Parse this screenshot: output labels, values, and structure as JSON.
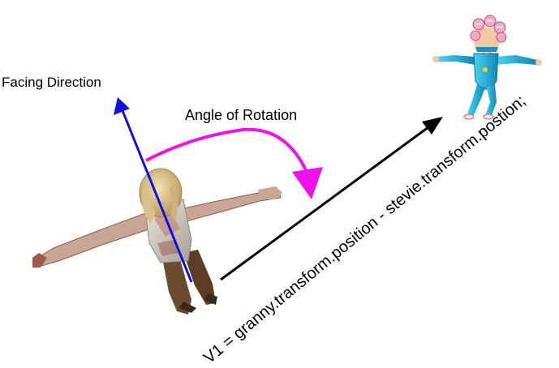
{
  "labels": {
    "facing_direction": "Facing Direction",
    "angle_of_rotation": "Angle of Rotation",
    "vector_formula": "V1 = granny.transform.position - stevie.transform.postion;"
  },
  "colors": {
    "facing_arrow": "#1010e0",
    "rotation_arrow": "#ee11ee",
    "vector_arrow": "#000000",
    "granny_hair": "#e6cf93",
    "granny_shirt": "#d9d2c8",
    "granny_skin": "#c7a08f",
    "granny_pants": "#6b4a2e",
    "stevie_suit": "#1cb5e0",
    "stevie_hair": "#f3a8c8",
    "stevie_skin": "#f1c9a5"
  },
  "characters": {
    "granny": "granny-figure",
    "stevie": "stevie-figure"
  }
}
